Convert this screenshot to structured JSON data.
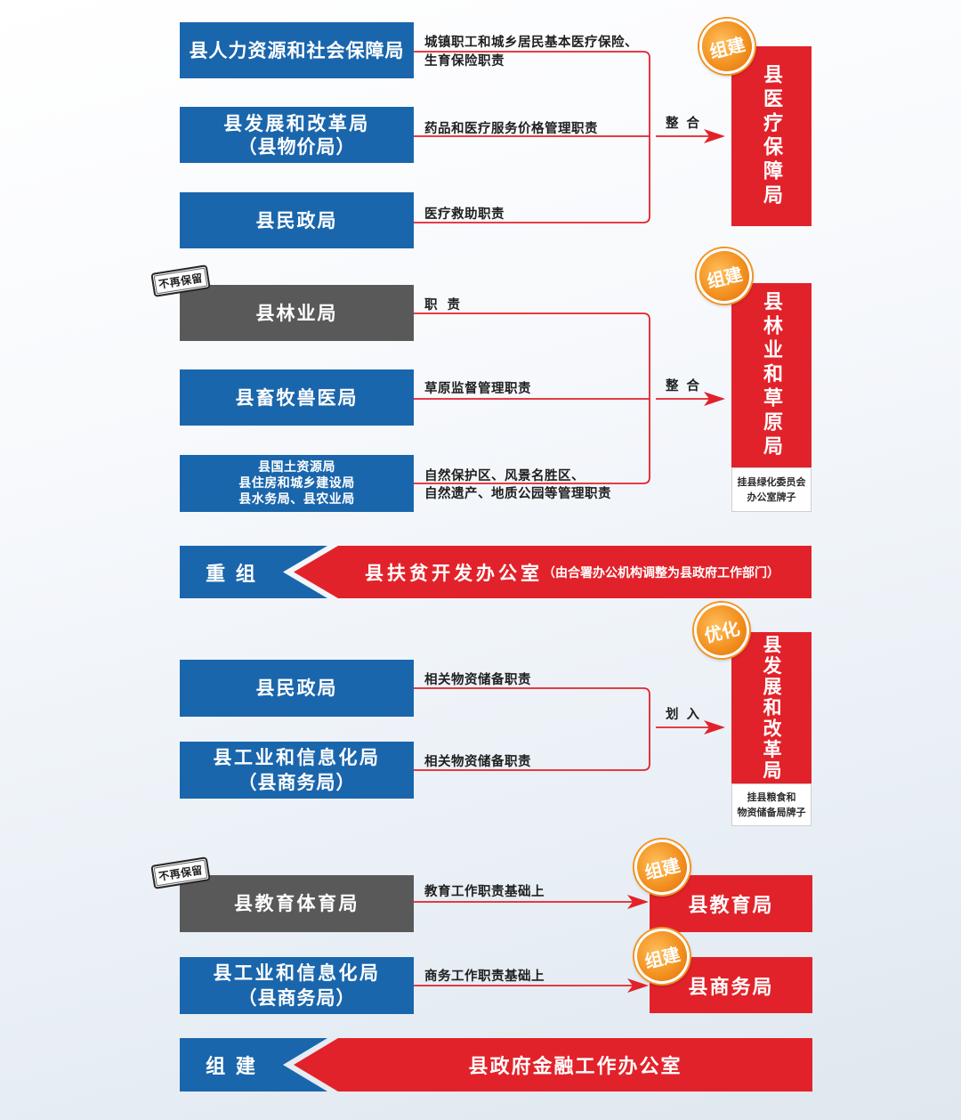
{
  "colors": {
    "blue": "#1a66ac",
    "gray": "#595959",
    "red": "#e2222a",
    "badge-orange": "#f39221",
    "label-text": "#1f1f1f"
  },
  "icons": {
    "connector_arrow": "right-arrow-icon",
    "banner_arrow": "left-arrow-icon",
    "badge": "round-badge-icon",
    "stamp": "stamp-icon"
  },
  "medical": {
    "sources": [
      {
        "name": [
          "县人力资源和社会保障局"
        ],
        "duty": [
          "城镇职工和城乡居民基本医疗保险、",
          "生育保险职责"
        ]
      },
      {
        "name": [
          "县发展和改革局",
          "（县物价局）"
        ],
        "duty": [
          "药品和医疗服务价格管理职责"
        ]
      },
      {
        "name": [
          "县民政局"
        ],
        "duty": [
          "医疗救助职责"
        ]
      }
    ],
    "action": "整 合",
    "badge": "组建",
    "target": "县医疗保障局"
  },
  "forestry": {
    "sources": [
      {
        "stamp": "不再保留",
        "name": [
          "县林业局"
        ],
        "duty": [
          "职 责"
        ]
      },
      {
        "name": [
          "县畜牧兽医局"
        ],
        "duty": [
          "草原监督管理职责"
        ]
      },
      {
        "name": [
          "县国土资源局",
          "县住房和城乡建设局",
          "县水务局、县农业局"
        ],
        "duty": [
          "自然保护区、风景名胜区、",
          "自然遗产、地质公园等管理职责"
        ]
      }
    ],
    "action": "整 合",
    "badge": "组建",
    "target": "县林业和草原局",
    "target_note": [
      "挂县绿化委员会",
      "办公室牌子"
    ]
  },
  "poverty": {
    "action": "重 组",
    "target": "县扶贫开发办公室",
    "target_note": "（由合署办公机构调整为县政府工作部门）"
  },
  "development": {
    "sources": [
      {
        "name": [
          "县民政局"
        ],
        "duty": [
          "相关物资储备职责"
        ]
      },
      {
        "name": [
          "县工业和信息化局",
          "（县商务局）"
        ],
        "duty": [
          "相关物资储备职责"
        ]
      }
    ],
    "action": "划 入",
    "badge": "优化",
    "target": "县发展和改革局",
    "target_note": [
      "挂县粮食和",
      "物资储备局牌子"
    ]
  },
  "education": {
    "source": {
      "stamp": "不再保留",
      "name": [
        "县教育体育局"
      ],
      "duty": [
        "教育工作职责基础上"
      ]
    },
    "badge": "组建",
    "target": "县教育局"
  },
  "commerce": {
    "source": {
      "name": [
        "县工业和信息化局",
        "（县商务局）"
      ],
      "duty": [
        "商务工作职责基础上"
      ]
    },
    "badge": "组建",
    "target": "县商务局"
  },
  "finance": {
    "action": "组 建",
    "target": "县政府金融工作办公室"
  }
}
